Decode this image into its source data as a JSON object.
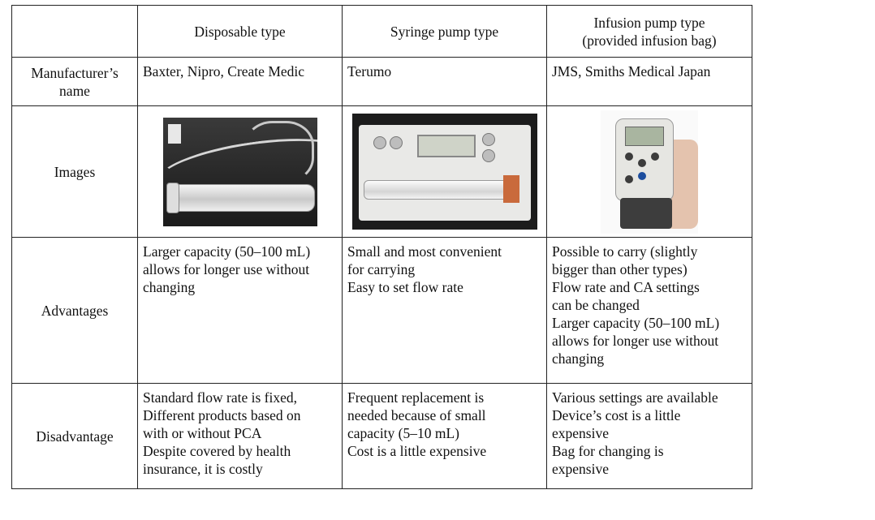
{
  "header": {
    "empty": "",
    "col1": "Disposable type",
    "col2": "Syringe pump type",
    "col3_lines": [
      "Infusion pump type",
      "(provided infusion bag)"
    ]
  },
  "manufacturer": {
    "label_lines": [
      "Manufacturer’s",
      "name"
    ],
    "col1": "Baxter, Nipro, Create Medic",
    "col2": "Terumo",
    "col3": "JMS, Smiths Medical Japan"
  },
  "images": {
    "label": "Images",
    "col1_icon": "disposable-pump-photo",
    "col2_icon": "syringe-pump-photo",
    "col3_icon": "infusion-pump-photo"
  },
  "advantages": {
    "label": "Advantages",
    "col1_lines": [
      "Larger capacity (50–100 mL)",
      "allows for longer use without",
      "changing"
    ],
    "col2_lines": [
      "Small and most convenient",
      "for carrying",
      "Easy to set flow rate"
    ],
    "col3_lines": [
      "Possible to carry (slightly",
      "bigger than other types)",
      "Flow rate and CA settings",
      "can be changed",
      "Larger capacity (50–100 mL)",
      "allows for longer use without",
      "changing"
    ]
  },
  "disadvantage": {
    "label": "Disadvantage",
    "col1_lines": [
      "Standard flow rate is fixed,",
      "Different products based on",
      "with or without PCA",
      "Despite covered by health",
      "insurance, it is costly"
    ],
    "col2_lines": [
      "Frequent replacement is",
      "needed because of small",
      "capacity (5–10 mL)",
      "Cost is a little expensive"
    ],
    "col3_lines": [
      "Various settings are available",
      "Device’s cost is a little",
      "expensive",
      "Bag for changing is",
      "expensive"
    ]
  }
}
